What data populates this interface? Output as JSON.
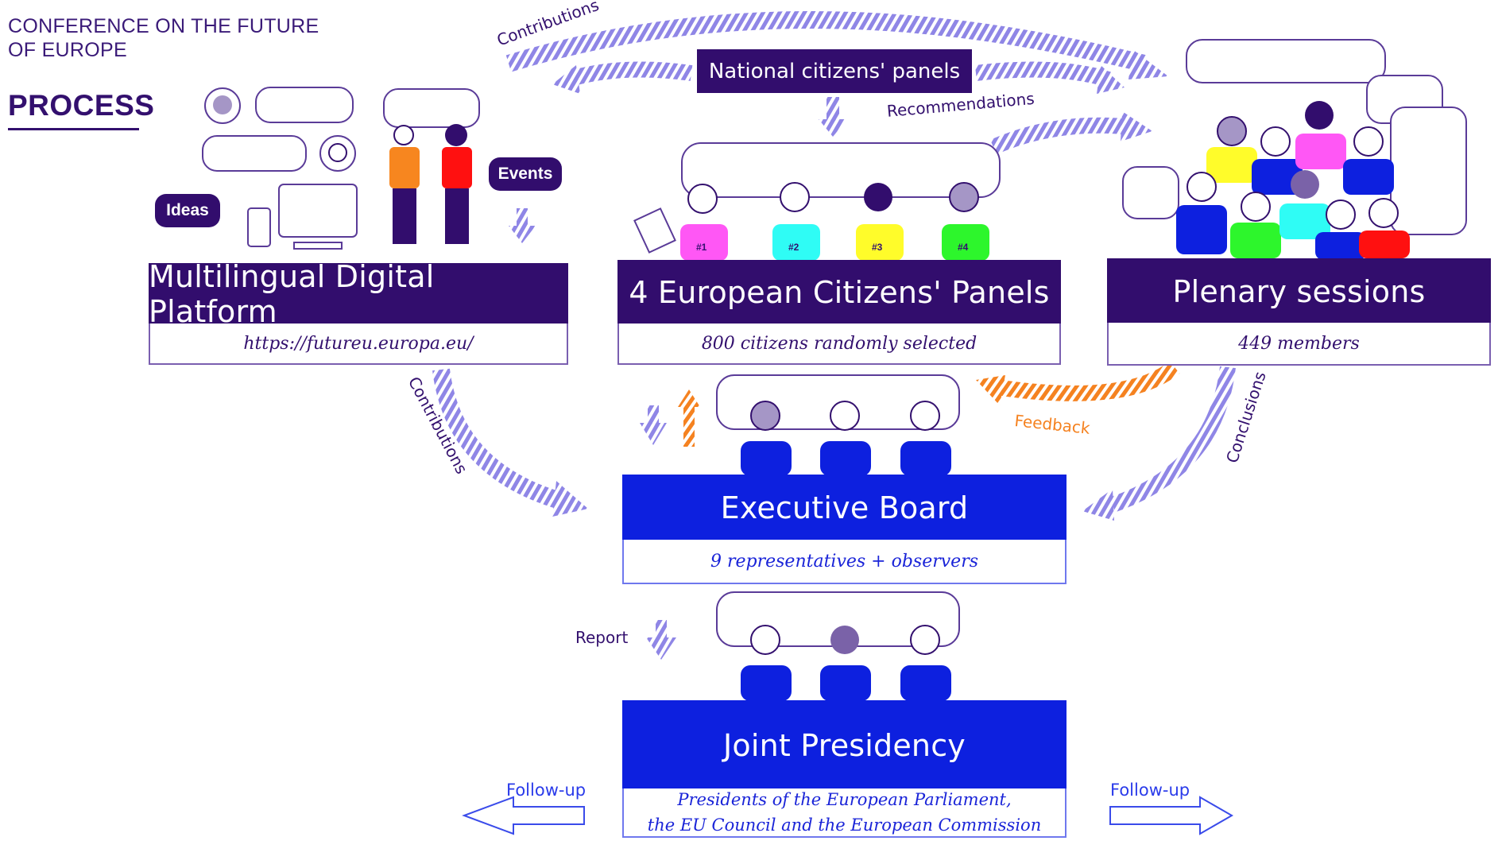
{
  "header": {
    "title_line1": "CONFERENCE ON THE FUTURE",
    "title_line2": "OF EUROPE",
    "section": "PROCESS"
  },
  "colors": {
    "dark_purple": "#320d6d",
    "eu_blue": "#0d20df",
    "stripe_lavender": "#8f86e6",
    "feedback_orange": "#f58220"
  },
  "platform": {
    "title": "Multilingual Digital Platform",
    "subtitle": "https://futureu.europa.eu/",
    "tag_ideas": "Ideas",
    "tag_events": "Events"
  },
  "national_panels": {
    "title": "National citizens' panels"
  },
  "citizens_panels": {
    "title": "4 European Citizens' Panels",
    "subtitle": "800 citizens randomly selected",
    "panel_badges": [
      "#1",
      "#2",
      "#3",
      "#4"
    ]
  },
  "plenary": {
    "title": "Plenary sessions",
    "subtitle": "449 members"
  },
  "executive_board": {
    "title": "Executive Board",
    "subtitle": "9 representatives + observers"
  },
  "joint_presidency": {
    "title": "Joint Presidency",
    "subtitle_line1": "Presidents of the European Parliament,",
    "subtitle_line2": "the EU Council and the European Commission"
  },
  "flows": {
    "contributions_top": "Contributions",
    "recommendations": "Recommendations",
    "contributions_left": "Contributions",
    "feedback": "Feedback",
    "conclusions": "Conclusions",
    "report": "Report",
    "follow_up_left": "Follow-up",
    "follow_up_right": "Follow-up"
  }
}
